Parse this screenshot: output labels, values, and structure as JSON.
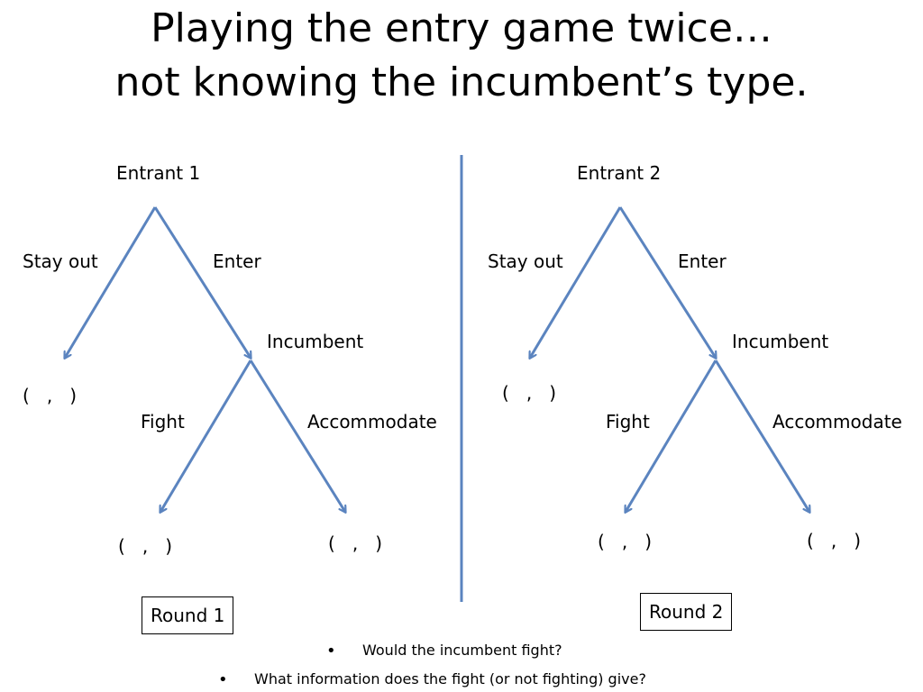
{
  "title": {
    "line1": "Playing the entry game twice…",
    "line2": "not knowing the incumbent’s type."
  },
  "colors": {
    "arrow": "#5B84BF",
    "text": "#000000",
    "background": "#FFFFFF"
  },
  "left_tree": {
    "root_label": "Entrant 1",
    "stay_out_label": "Stay out",
    "enter_label": "Enter",
    "incumbent_label": "Incumbent",
    "fight_label": "Fight",
    "accommodate_label": "Accommodate",
    "payoff_stay_out": "(   ,   )",
    "payoff_fight": "(   ,   )",
    "payoff_accommodate": "(   ,   )",
    "round_label": "Round 1"
  },
  "right_tree": {
    "root_label": "Entrant 2",
    "stay_out_label": "Stay out",
    "enter_label": "Enter",
    "incumbent_label": "Incumbent",
    "fight_label": "Fight",
    "accommodate_label": "Accommodate",
    "payoff_stay_out": "(   ,   )",
    "payoff_fight": "(   ,   )",
    "payoff_accommodate": "(   ,   )",
    "round_label": "Round 2"
  },
  "bullets": [
    "Would the incumbent fight?",
    "What information does the fight (or not fighting) give?"
  ],
  "bullet_glyph": "•"
}
